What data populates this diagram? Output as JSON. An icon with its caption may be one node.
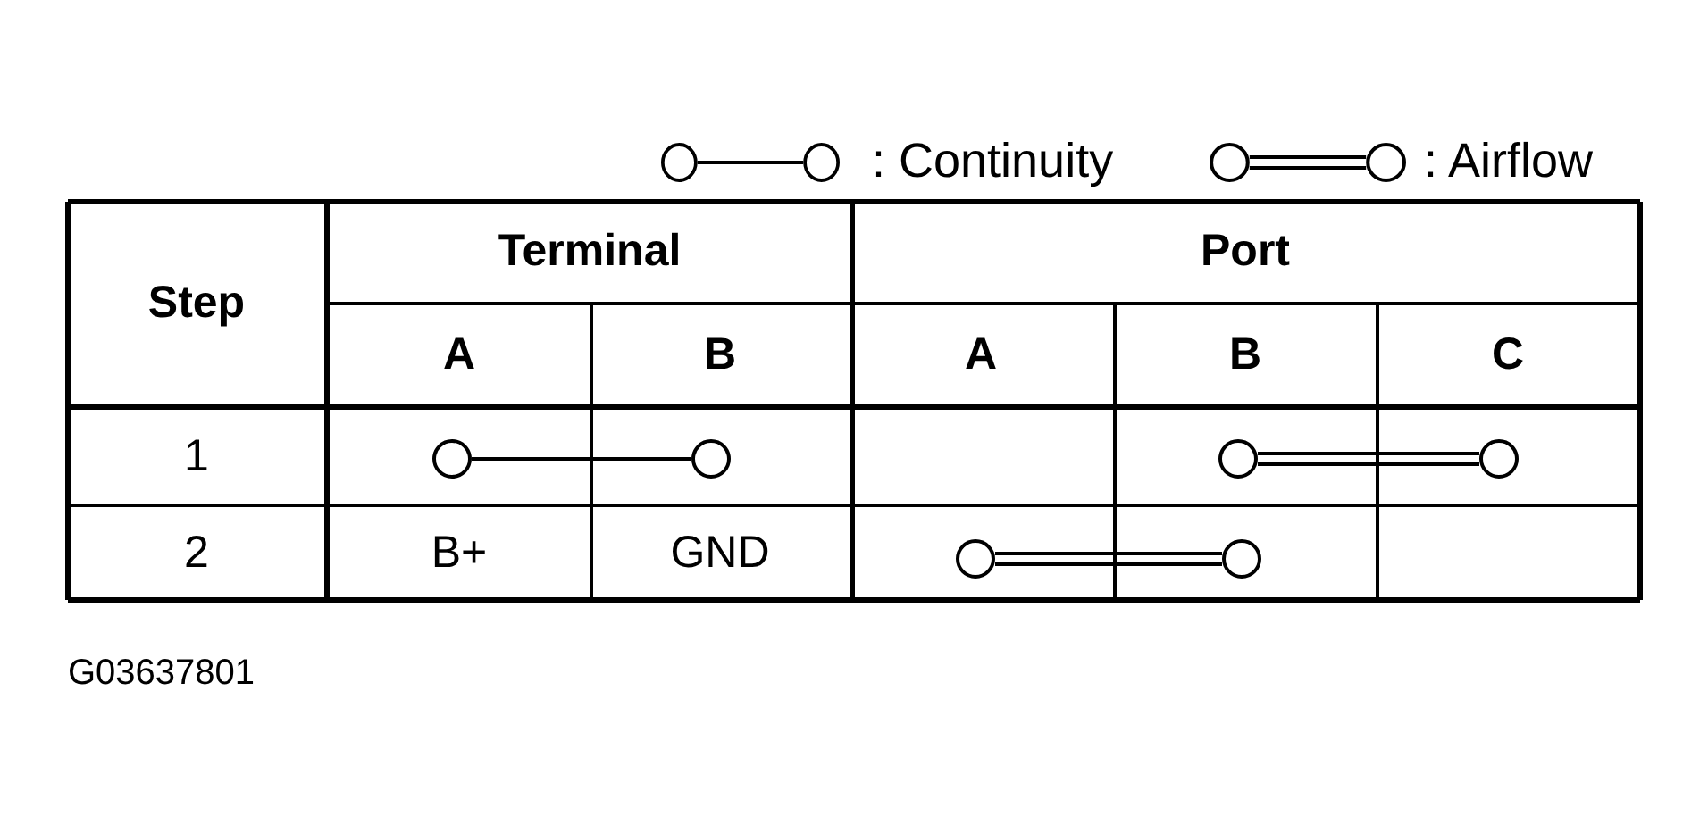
{
  "diagram": {
    "nodes": [
      {
        "text": [],
        "shape": "circle"
      },
      {
        "text": [],
        "shape": "circle"
      },
      {
        "text": [],
        "shape": "circle"
      },
      {
        "text": [],
        "shape": "circle"
      },
      {
        "text": [],
        "shape": "circle"
      },
      {
        "text": [],
        "shape": "circle"
      }
    ],
    "edges": [
      {
        "from": 0,
        "to": 1,
        "arrow": "none"
      },
      {
        "from": 2,
        "to": 3,
        "arrow": "none"
      },
      {
        "from": 4,
        "to": 5,
        "arrow": "none"
      }
    ],
    "labels": [
      "Step",
      "Terminal",
      "Port",
      "A",
      "B",
      "A",
      "B",
      "C",
      "1",
      "2",
      "B+",
      "GND",
      "G03637801"
    ],
    "legend": [
      {
        "text": ": Continuity"
      },
      {
        "text": ": Airflow"
      }
    ]
  }
}
